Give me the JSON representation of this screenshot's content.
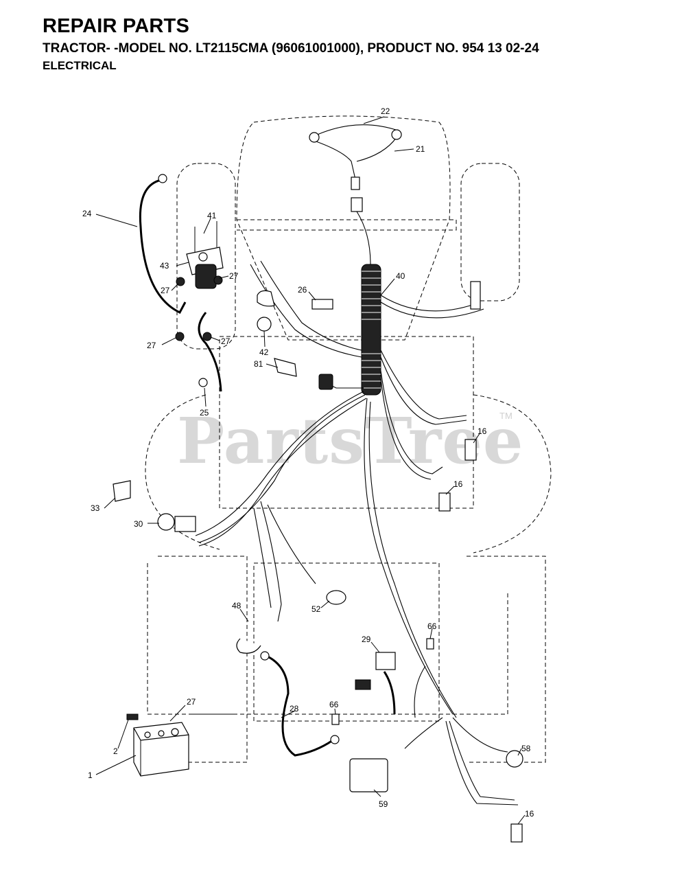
{
  "header": {
    "title": "REPAIR PARTS",
    "subtitle": "TRACTOR- -MODEL NO. LT2115CMA (96061001000), PRODUCT NO. 954 13 02-24",
    "section": "ELECTRICAL"
  },
  "watermark": {
    "text": "PartsTree",
    "tm": "TM"
  },
  "callouts": [
    "22",
    "21",
    "24",
    "41",
    "43",
    "27",
    "27",
    "40",
    "26",
    "27",
    "27",
    "42",
    "81",
    "25",
    "16",
    "16",
    "33",
    "30",
    "48",
    "52",
    "66",
    "29",
    "27",
    "28",
    "66",
    "2",
    "1",
    "58",
    "59",
    "16"
  ]
}
